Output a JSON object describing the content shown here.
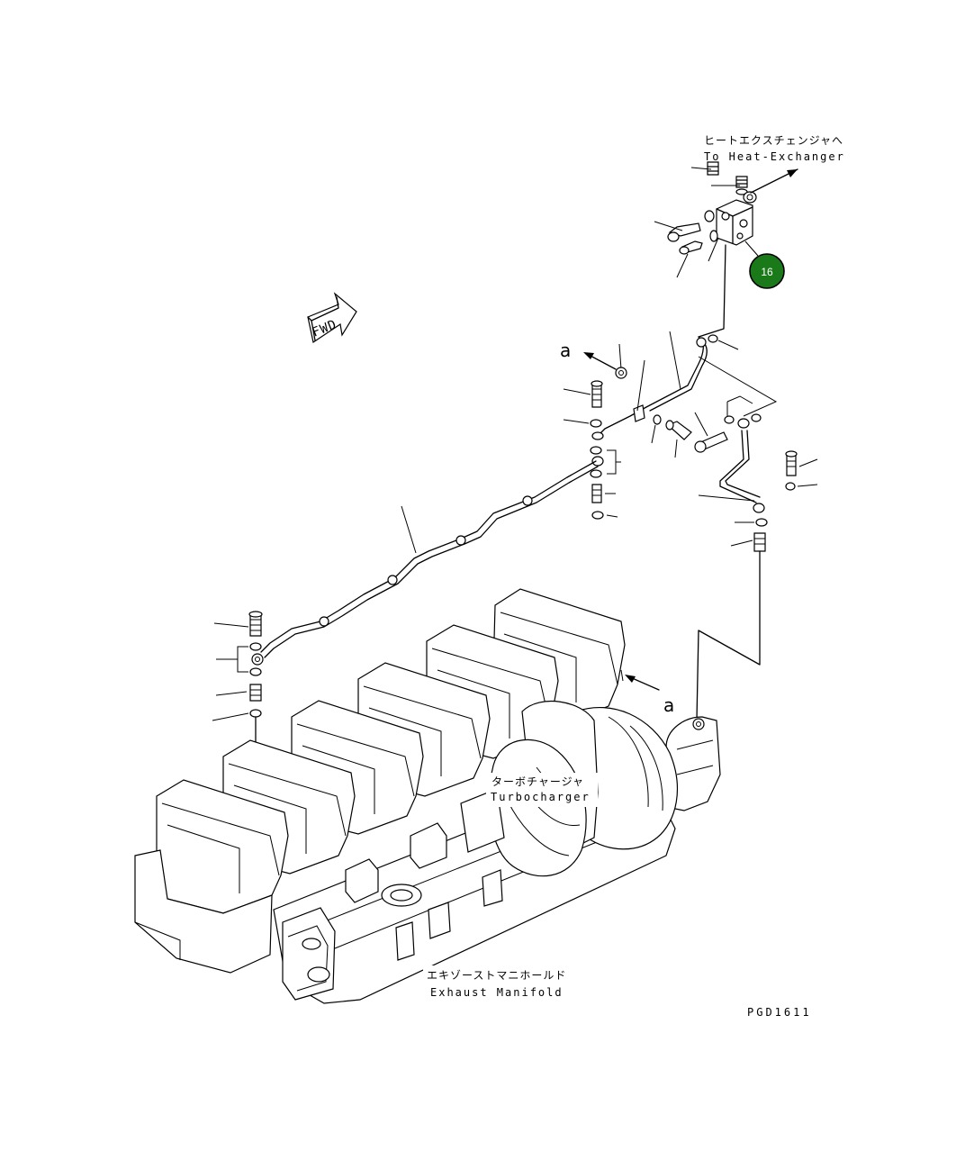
{
  "labels": {
    "heat_exchanger_ja": "ヒートエクスチェンジャへ",
    "heat_exchanger_en": "To Heat-Exchanger",
    "fwd": "FWD",
    "ref_a_top": "a",
    "ref_a_bottom": "a",
    "turbocharger_ja": "ターボチャージャ",
    "turbocharger_en": "Turbocharger",
    "manifold_ja": "エキゾーストマニホールド",
    "manifold_en": "Exhaust Manifold",
    "drawing_code": "PGD1611"
  },
  "callout": {
    "number": "16",
    "color": "#1a7a1a"
  }
}
